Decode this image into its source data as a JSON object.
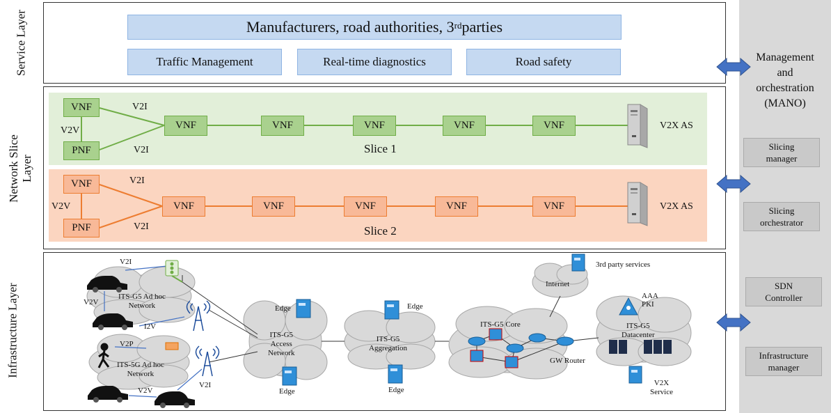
{
  "layers": {
    "service": "Service Layer",
    "network_slice_line1": "Network Slice",
    "network_slice_line2": "Layer",
    "infrastructure": "Infrastructure Layer"
  },
  "service": {
    "banner_main": "Manufacturers, road authorities, 3",
    "banner_sup": "rd",
    "banner_tail": " parties",
    "boxes": [
      "Traffic Management",
      "Real-time diagnostics",
      "Road safety"
    ]
  },
  "slice1": {
    "name": "Slice 1",
    "vnf": "VNF",
    "pnf": "PNF",
    "v2i": "V2I",
    "v2v": "V2V",
    "server": "V2X AS"
  },
  "slice2": {
    "name": "Slice 2",
    "vnf": "VNF",
    "pnf": "PNF",
    "v2i": "V2I",
    "v2v": "V2V",
    "server": "V2X AS"
  },
  "infra": {
    "v2i_top": "V2I",
    "v2v_left": "V2V",
    "i2v": "I2V",
    "adhoc_g5_1": "ITS-G5 Ad hoc",
    "adhoc_g5_2": "Network",
    "v2p": "V2P",
    "adhoc_5g_1": "ITS-5G Ad hoc",
    "adhoc_5g_2": "Network",
    "v2v_bottom": "V2V",
    "v2i_bottom": "V2I",
    "edge": "Edge",
    "access_1": "ITS-G5",
    "access_2": "Access",
    "access_3": "Network",
    "aggregation_1": "ITS-G5",
    "aggregation_2": "Aggregation",
    "core": "ITS-G5 Core",
    "gw_router": "GW Router",
    "internet": "Internet",
    "third_party": "3rd party services",
    "aaa": "AAA",
    "pki": "PKI",
    "datacenter_1": "ITS-G5",
    "datacenter_2": "Datacenter",
    "v2x_1": "V2X",
    "v2x_2": "Service"
  },
  "mano": {
    "title_1": "Management",
    "title_2": "and",
    "title_3": "orchestration",
    "title_4": "(MANO)",
    "slicing_manager_1": "Slicing",
    "slicing_manager_2": "manager",
    "slicing_orch_1": "Slicing",
    "slicing_orch_2": "orchestrator",
    "sdn_1": "SDN",
    "sdn_2": "Controller",
    "infra_mgr_1": "Infrastructure",
    "infra_mgr_2": "manager"
  },
  "colors": {
    "slice1_bg": "#e2efd9",
    "slice2_bg": "#fbd5c0",
    "slice1_line": "#70ad47",
    "slice2_line": "#ed7d31",
    "arrow": "#4472c4",
    "service_box": "#c5d9f1",
    "mano_bg": "#d9d9d9"
  }
}
